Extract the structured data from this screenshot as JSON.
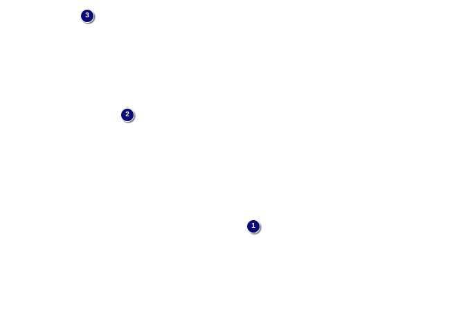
{
  "markers": [
    {
      "id": "marker-1",
      "label": "1"
    },
    {
      "id": "marker-2",
      "label": "2"
    },
    {
      "id": "marker-3",
      "label": "3"
    }
  ],
  "colors": {
    "background": "#ffffff",
    "marker_fill": "#0a0a7a",
    "marker_text": "#ffffff"
  }
}
